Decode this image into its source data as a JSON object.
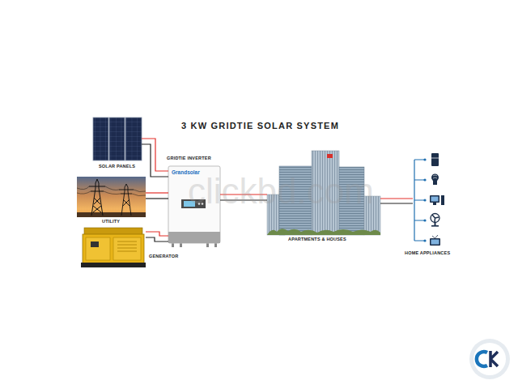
{
  "diagram": {
    "title": "3 KW GRIDTIE SOLAR SYSTEM",
    "nodes": [
      {
        "text": [
          "SOLAR PANELS"
        ]
      },
      {
        "text": [
          "UTILITY"
        ]
      },
      {
        "text": [
          "GENERATOR"
        ]
      },
      {
        "text": [
          "GRIDTIE INVERTER",
          "Grandsolar"
        ]
      },
      {
        "text": [
          "APARTMENTS & HOUSES"
        ]
      },
      {
        "text": [
          "HOME APPLIANCES"
        ]
      }
    ],
    "edges": [
      {
        "from": 0,
        "to": 3,
        "arrow": "none"
      },
      {
        "from": 1,
        "to": 3,
        "arrow": "none"
      },
      {
        "from": 2,
        "to": 3,
        "arrow": "none"
      },
      {
        "from": 3,
        "to": 4,
        "arrow": "none"
      },
      {
        "from": 4,
        "to": 5,
        "arrow": "none"
      }
    ],
    "labels": [
      "clickbd.com"
    ]
  }
}
